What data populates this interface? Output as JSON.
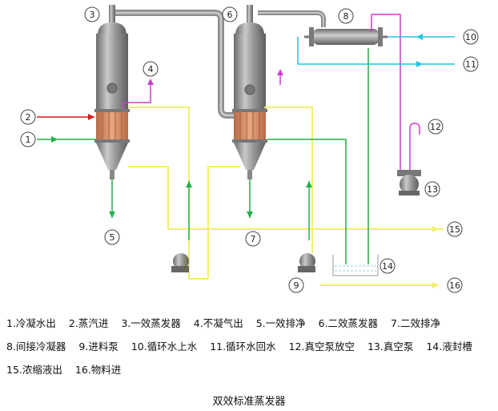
{
  "markers": [
    "1",
    "2",
    "3",
    "4",
    "5",
    "6",
    "7",
    "8",
    "9",
    "10",
    "11",
    "12",
    "13",
    "14",
    "15",
    "16"
  ],
  "legend": {
    "rows": [
      [
        "1.冷凝水出",
        "2.蒸汽进",
        "3.一效蒸发器",
        "4.不凝气出",
        "5.一效排净",
        "6.二效蒸发器",
        "7.二效排净"
      ],
      [
        "8.间接冷凝器",
        "9.进料泵",
        "10.循环水上水",
        "11.循环水回水",
        "12.真空泵放空",
        "13.真空泵",
        "14.液封槽"
      ],
      [
        "15.浓缩液出",
        "16.物料进"
      ]
    ]
  },
  "caption": "双效标准蒸发器",
  "colors": {
    "steam": "#d81c1c",
    "condensate": "#22b04a",
    "vapor": "#d23bd2",
    "cooling_water": "#22c5e0",
    "product": "#f2ee70",
    "vessel": "#8c8c8c",
    "heater": "#d7906a"
  }
}
